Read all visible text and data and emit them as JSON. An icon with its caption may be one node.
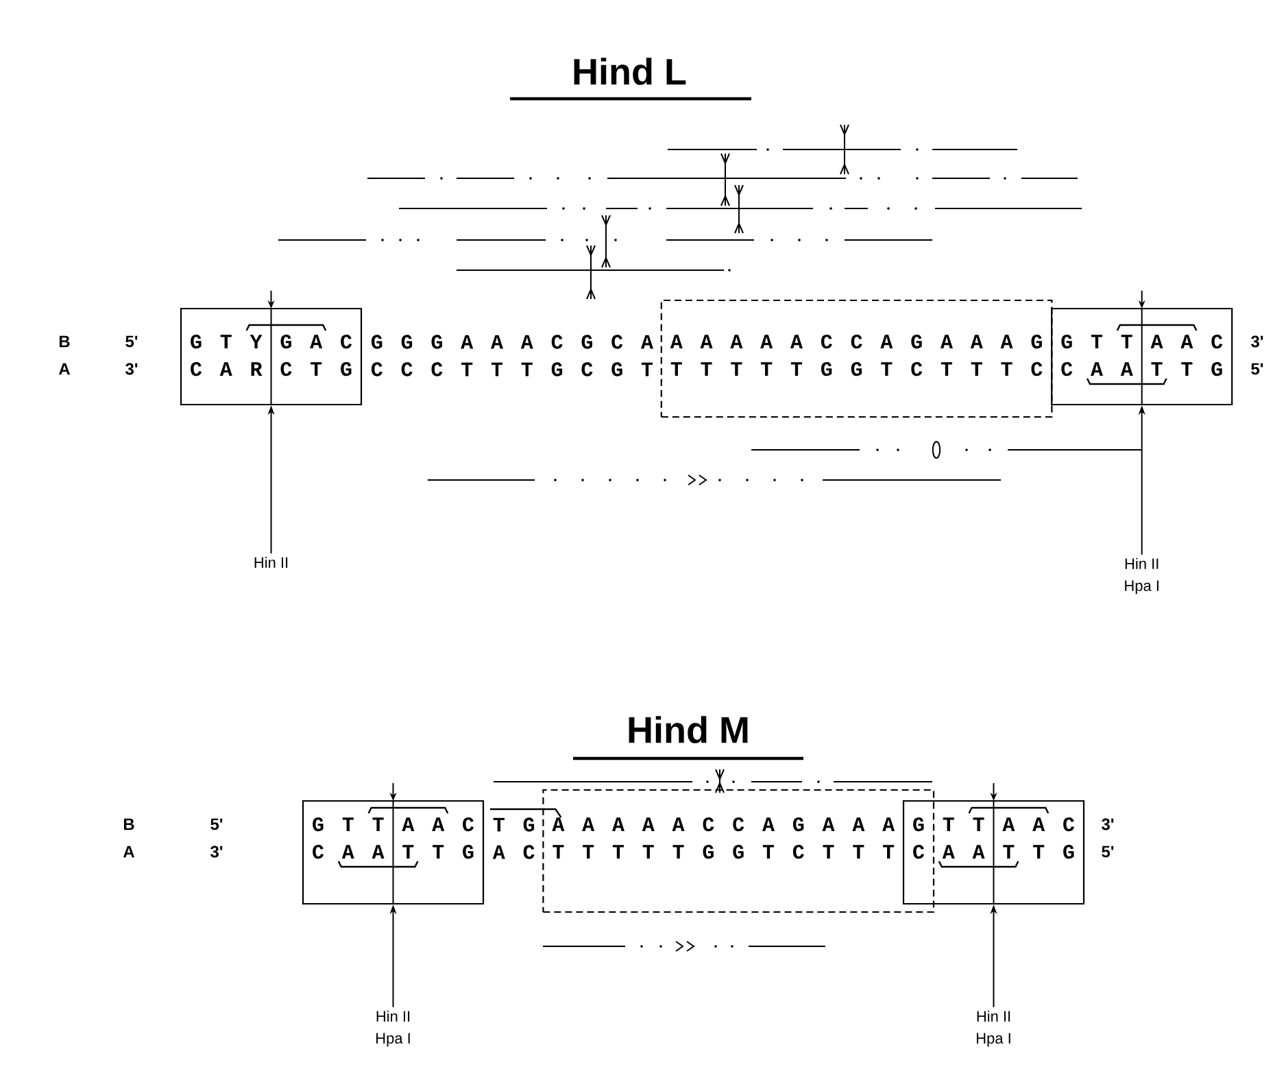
{
  "diagram": {
    "nodes": [
      {
        "text": [
          "G T Y G A C",
          "C A R C T G"
        ]
      },
      {
        "text": [
          "A A A A A C C A G A A A G",
          "T T T T T G G T C T T T C"
        ]
      },
      {
        "text": [
          "G T T A A C",
          "C A A T T G"
        ]
      },
      {
        "text": [
          "Hin II"
        ]
      },
      {
        "text": [
          "Hin II",
          "Hpa I"
        ]
      },
      {
        "text": [
          "G T T A A C",
          "C A A T T G"
        ]
      },
      {
        "text": [
          "A A A A A C C A G A A A",
          "T T T T T G G T C T T T"
        ]
      },
      {
        "text": [
          "G T T A A C",
          "C A A T T G"
        ]
      },
      {
        "text": [
          "Hin II",
          "Hpa I"
        ]
      },
      {
        "text": [
          "Hin II",
          "Hpa I"
        ]
      }
    ],
    "edges": [
      {
        "from": 3,
        "to": 0,
        "arrow": "to"
      },
      {
        "from": 4,
        "to": 2,
        "arrow": "to"
      },
      {
        "from": 8,
        "to": 5,
        "arrow": "to"
      },
      {
        "from": 9,
        "to": 7,
        "arrow": "to"
      }
    ],
    "labels": [
      "Hind L",
      "B",
      "5'",
      "G G G A A A C G C A",
      "3'",
      "A",
      "3'",
      "C C C T T T G C G T",
      "5'",
      "Hind M",
      "B",
      "5'",
      "T G",
      "3'",
      "A",
      "3'",
      "A C",
      "5'"
    ]
  }
}
